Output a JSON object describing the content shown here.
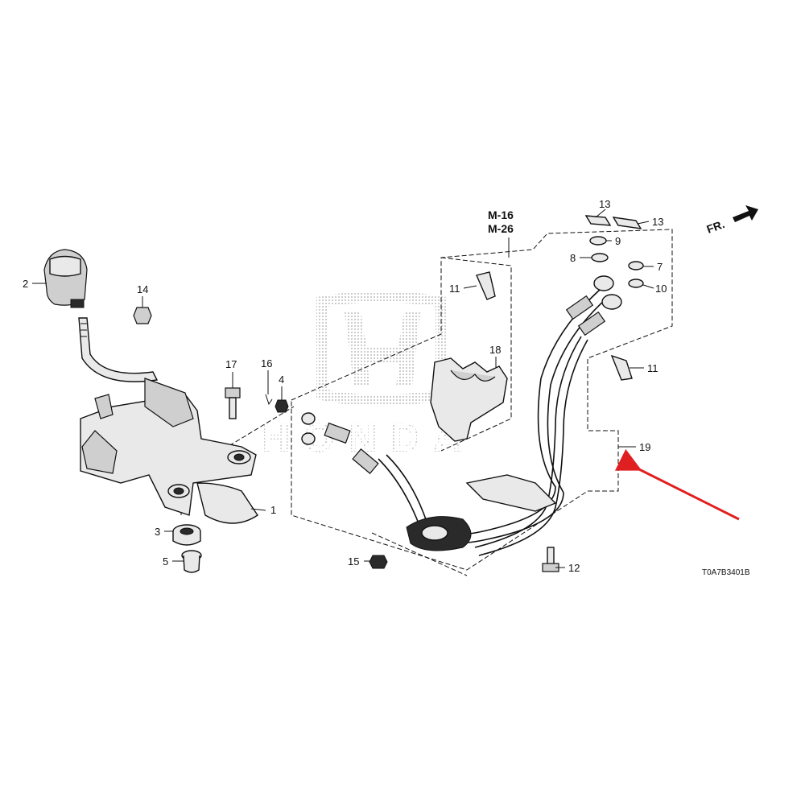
{
  "diagram": {
    "reference_code": "T0A7B3401B",
    "front_marker": "FR.",
    "callouts": {
      "m_refs": [
        "M-16",
        "M-26"
      ],
      "parts": [
        "1",
        "2",
        "3",
        "4",
        "5",
        "7",
        "8",
        "9",
        "10",
        "11",
        "11",
        "12",
        "13",
        "13",
        "14",
        "15",
        "16",
        "17",
        "18",
        "19"
      ]
    },
    "colors": {
      "line": "#111111",
      "highlight_arrow": "#e02020",
      "watermark": "#9a9a9a"
    },
    "icons": [
      "front-direction-arrow-icon",
      "honda-watermark-logo",
      "red-pointer-arrow-icon"
    ]
  }
}
